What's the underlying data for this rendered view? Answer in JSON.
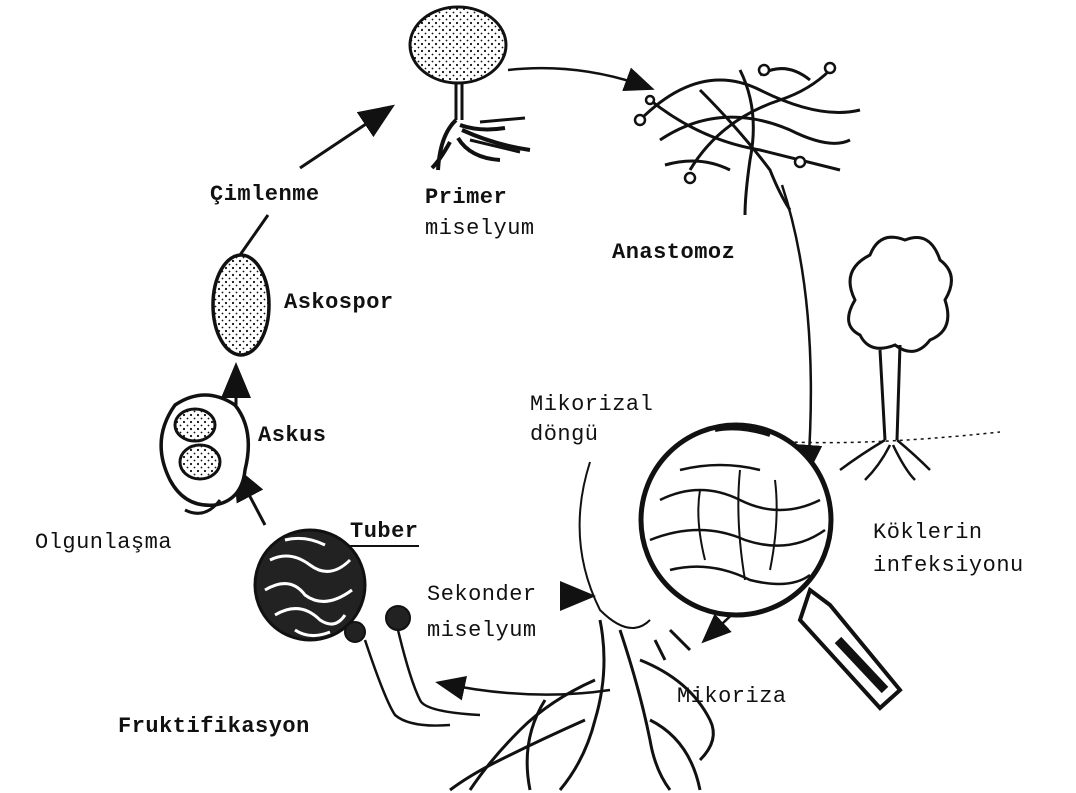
{
  "labels": {
    "cimlenme": "Çimlenme",
    "primer_1": "Primer",
    "primer_2": "miselyum",
    "anastomoz": "Anastomoz",
    "askospor": "Askospor",
    "askus": "Askus",
    "olgunlasma": "Olgunlaşma",
    "tuber": "Tuber",
    "mikorizal_1": "Mikorizal",
    "mikorizal_2": "döngü",
    "koklerin_1": "Köklerin",
    "koklerin_2": "infeksiyonu",
    "sekonder_1": "Sekonder",
    "sekonder_2": "miselyum",
    "mikoriza": "Mikoriza",
    "fruktifikasyon": "Fruktifikasyon"
  },
  "colors": {
    "ink": "#111111",
    "paper": "#ffffff"
  }
}
